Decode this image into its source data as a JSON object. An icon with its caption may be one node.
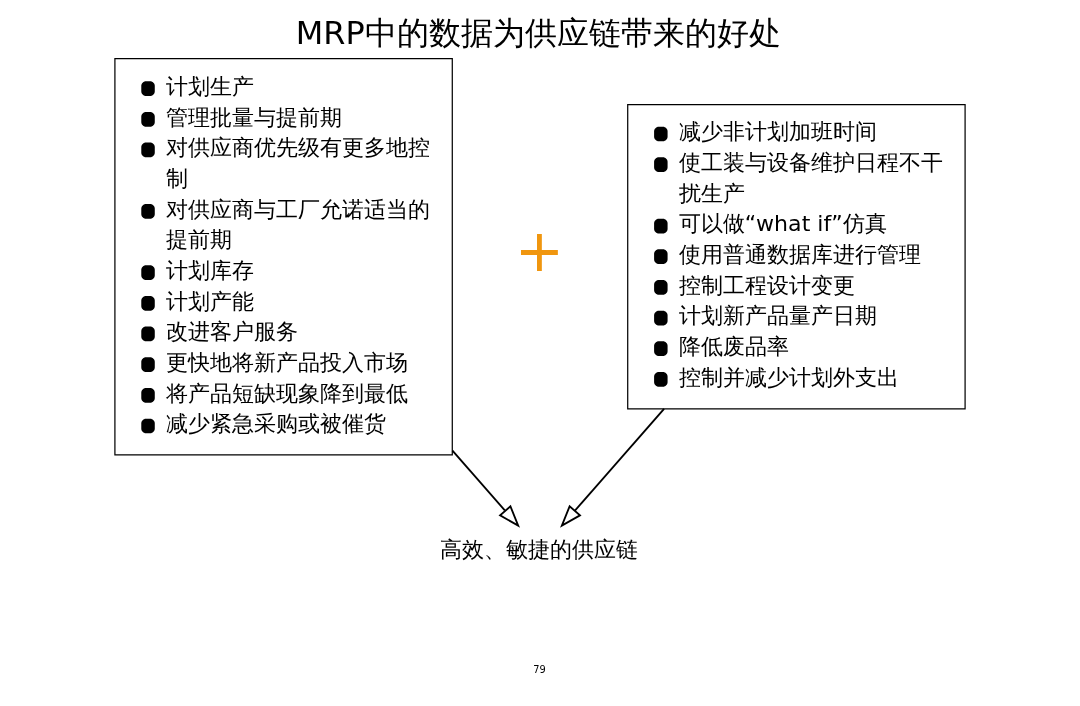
{
  "diagram": {
    "title": "MRP中的数据为供应链带来的好处",
    "nodes": [
      {
        "text": [
          "计划生产",
          "管理批量与提前期",
          "对供应商优先级有更多地控制",
          "对供应商与工厂允诺适当的提前期",
          "计划库存",
          "计划产能",
          "改进客户服务",
          "更快地将新产品投入市场",
          "将产品短缺现象降到最低",
          "减少紧急采购或被催货"
        ]
      },
      {
        "text": [
          "减少非计划加班时间",
          "使工装与设备维护日程不干扰生产",
          "可以做“what if”仿真",
          "使用普通数据库进行管理",
          "控制工程设计变更",
          "计划新产品量产日期",
          "降低废品率",
          "控制并减少计划外支出"
        ]
      },
      {
        "text": [
          "高效、敏捷的供应链"
        ]
      }
    ],
    "edges": [
      {
        "from": 0,
        "to": 2,
        "arrow": "to"
      },
      {
        "from": 1,
        "to": 2,
        "arrow": "to"
      }
    ],
    "labels": [
      "+",
      "79"
    ]
  }
}
